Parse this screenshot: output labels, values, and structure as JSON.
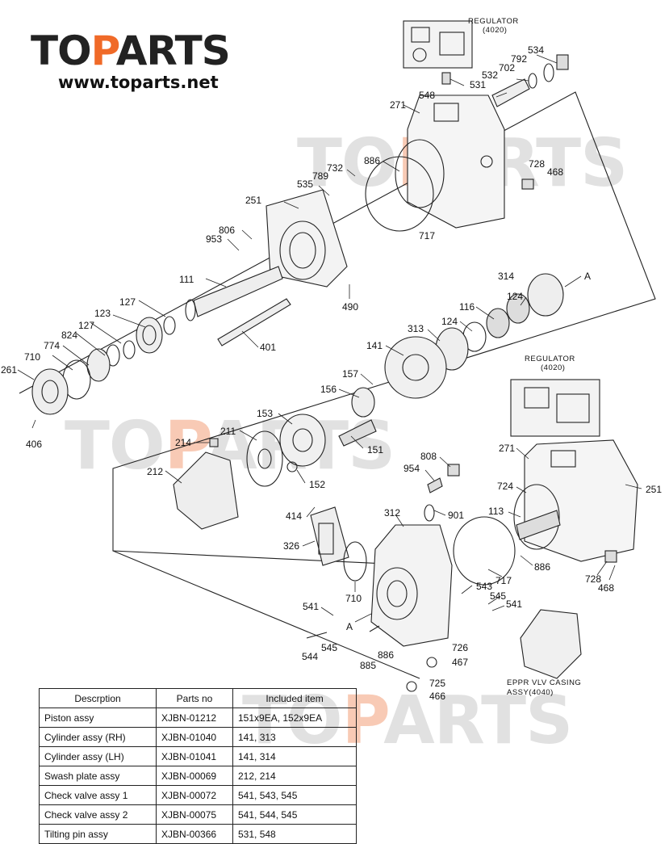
{
  "brand": {
    "logo_to": "TO",
    "logo_p": "P",
    "logo_arts": "ARTS",
    "url": "www.toparts.net",
    "accent": "#f06a28"
  },
  "watermark": {
    "to": "TO",
    "p": "P",
    "arts": "ARTS"
  },
  "labels": {
    "regulator_top": "REGULATOR",
    "regulator_top_code": "(4020)",
    "regulator_right": "REGULATOR",
    "regulator_right_code": "(4020)",
    "eppr_1": "EPPR VLV CASING",
    "eppr_2": "ASSY(4040)",
    "p534": "534",
    "p792": "792",
    "p702": "702",
    "p532": "532",
    "p531": "531",
    "p548": "548",
    "p271a": "271",
    "p886a": "886",
    "p732": "732",
    "p789": "789",
    "p535": "535",
    "p728a": "728",
    "p468a": "468",
    "p717a": "717",
    "p251a": "251",
    "p806": "806",
    "p953": "953",
    "p111": "111",
    "p490": "490",
    "p127a": "127",
    "p123": "123",
    "p127b": "127",
    "p824": "824",
    "p774": "774",
    "p710a": "710",
    "p261": "261",
    "p406": "406",
    "p401": "401",
    "p314": "314",
    "pA1": "A",
    "p124a": "124",
    "p116": "116",
    "p124b": "124",
    "p313": "313",
    "p141": "141",
    "p157": "157",
    "p156": "156",
    "p153": "153",
    "p211": "211",
    "p214": "214",
    "p151": "151",
    "p212": "212",
    "p152": "152",
    "p808": "808",
    "p954": "954",
    "p271b": "271",
    "p724": "724",
    "p251b": "251",
    "p414": "414",
    "p312": "312",
    "p901": "901",
    "p113": "113",
    "p326": "326",
    "p886b": "886",
    "p728b": "728",
    "p468b": "468",
    "p717b": "717",
    "p710b": "710",
    "p543": "543",
    "p545a": "545",
    "p541a": "541",
    "p541b": "541",
    "pA2": "A",
    "p544": "544",
    "p545b": "545",
    "p885": "885",
    "p886c": "886",
    "p726": "726",
    "p467": "467",
    "p725": "725",
    "p466": "466"
  },
  "table": {
    "headers": [
      "Descrption",
      "Parts no",
      "Included item"
    ],
    "rows": [
      [
        "Piston assy",
        "XJBN-01212",
        "151x9EA, 152x9EA"
      ],
      [
        "Cylinder assy (RH)",
        "XJBN-01040",
        "141, 313"
      ],
      [
        "Cylinder assy (LH)",
        "XJBN-01041",
        "141, 314"
      ],
      [
        "Swash plate assy",
        "XJBN-00069",
        "212, 214"
      ],
      [
        "Check valve assy 1",
        "XJBN-00072",
        "541, 543, 545"
      ],
      [
        "Check valve assy 2",
        "XJBN-00075",
        "541, 544, 545"
      ],
      [
        "Tilting pin assy",
        "XJBN-00366",
        "531, 548"
      ]
    ]
  }
}
